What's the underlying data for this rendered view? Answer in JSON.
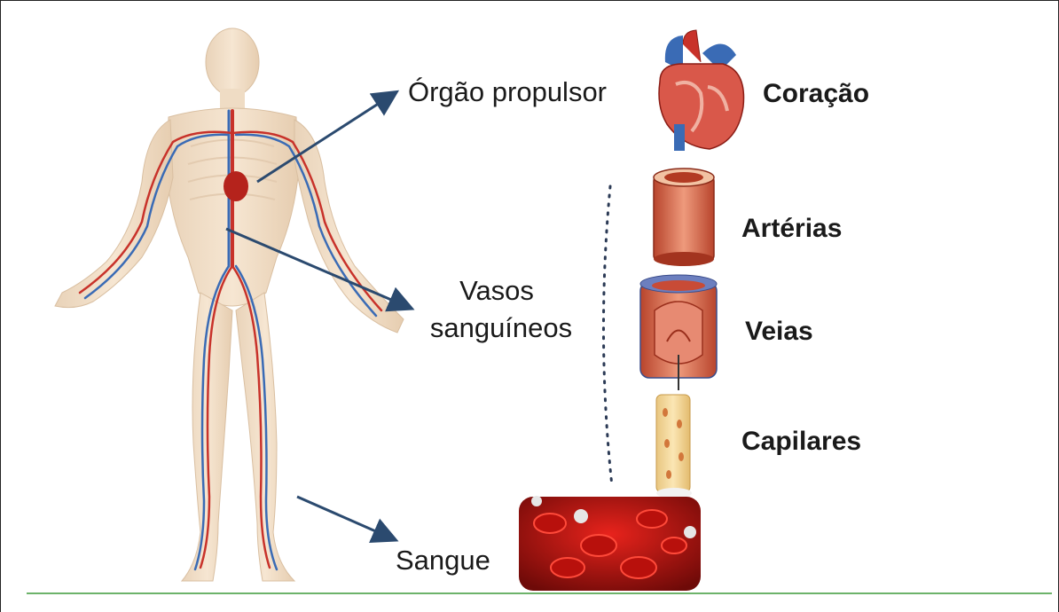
{
  "labels": {
    "organ": "Órgão propulsor",
    "vessels_line1": "Vasos",
    "vessels_line2": "sanguíneos",
    "blood": "Sangue"
  },
  "components": {
    "heart": "Coração",
    "arteries": "Artérias",
    "veins": "Veias",
    "capillaries": "Capilares"
  },
  "colors": {
    "arrow": "#2b4a6f",
    "artery_red": "#c8322a",
    "vein_blue": "#3a6bb5",
    "ground_line": "#6db36a"
  }
}
